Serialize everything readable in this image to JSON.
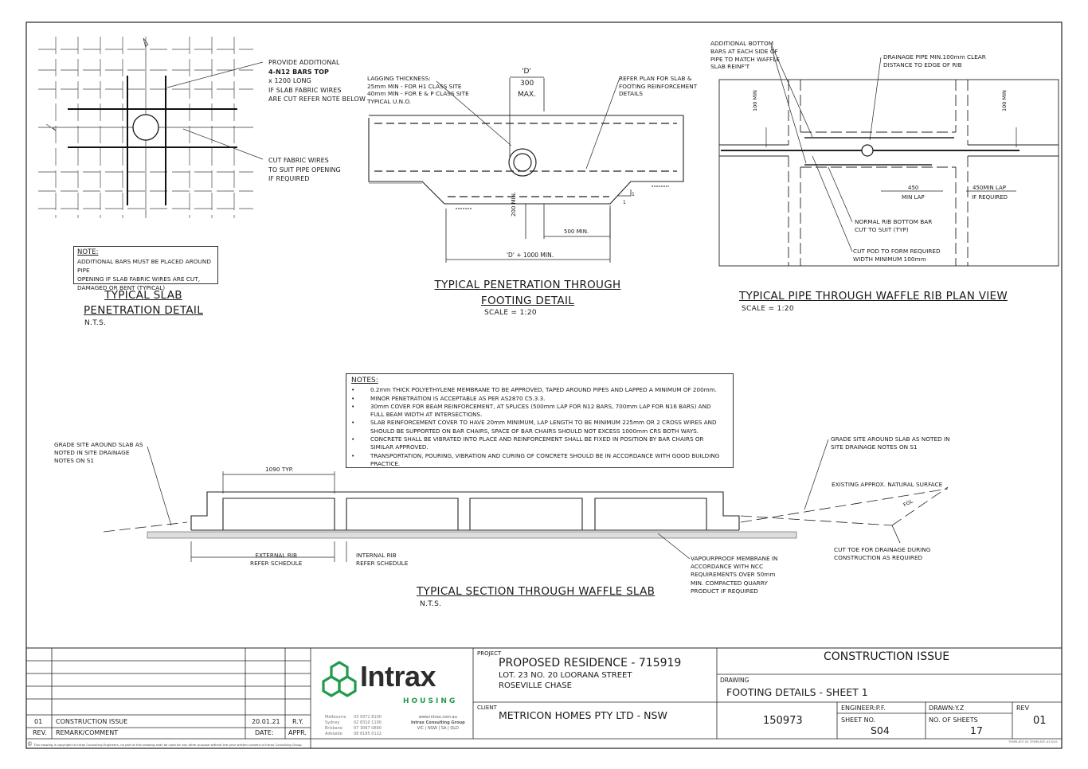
{
  "detail1": {
    "title1": "TYPICAL SLAB",
    "title2": "PENETRATION DETAIL",
    "scale": "N.T.S.",
    "label_bars": [
      "PROVIDE ADDITIONAL",
      "4-N12 BARS TOP",
      "x 1200 LONG",
      "IF SLAB FABRIC WIRES",
      "ARE CUT REFER NOTE BELOW"
    ],
    "label_cut": [
      "CUT FABRIC WIRES",
      "TO SUIT PIPE OPENING",
      "IF REQUIRED"
    ],
    "note_heading": "NOTE:",
    "note_lines": [
      "ADDITIONAL BARS MUST BE PLACED AROUND PIPE",
      "OPENING IF SLAB FABRIC WIRES ARE CUT,",
      "DAMAGED OR BENT (TYPICAL)"
    ]
  },
  "detail2": {
    "title1": "TYPICAL PENETRATION THROUGH",
    "title2": "FOOTING DETAIL",
    "scale": "SCALE = 1:20",
    "lagging": [
      "LAGGING THICKNESS:",
      "25mm MIN - FOR H1 CLASS SITE",
      "40mm MIN - FOR E & P CLASS SITE",
      "TYPICAL U.N.O."
    ],
    "refer_plan": [
      "REFER PLAN FOR SLAB &",
      "FOOTING REINFORCEMENT",
      "DETAILS"
    ],
    "dim_d": "'D'",
    "dim_300": "300",
    "dim_max": "MAX.",
    "dim_200": "200",
    "dim_min": "MIN.",
    "dim_500": "500 MIN.",
    "dim_d1000": "'D' + 1000 MIN.",
    "slope_1a": "1",
    "slope_1b": "1"
  },
  "detail3": {
    "title": "TYPICAL PIPE THROUGH WAFFLE RIB PLAN VIEW",
    "scale": "SCALE = 1:20",
    "add_bottom": [
      "ADDITIONAL BOTTOM",
      "BARS AT EACH SIDE OF",
      "PIPE TO MATCH WAFFLE",
      "SLAB REINF'T"
    ],
    "drainage": [
      "DRAINAGE PIPE MIN.100mm CLEAR",
      "DISTANCE TO EDGE OF RIB"
    ],
    "dim_100": "100",
    "dim_min": "MIN",
    "dim_450": "450",
    "min_lap": "MIN LAP",
    "lap_450": "450MIN LAP",
    "if_required": "IF REQUIRED",
    "normal_rib": [
      "NORMAL RIB BOTTOM BAR",
      "CUT TO SUIT (TYP)"
    ],
    "cut_pod": [
      "CUT POD TO FORM REQUIRED",
      "WIDTH MINIMUM 100mm"
    ]
  },
  "notes": {
    "heading": "NOTES:",
    "items": [
      "0.2mm THICK POLYETHYLENE MEMBRANE TO BE APPROVED, TAPED AROUND PIPES AND LAPPED A MINIMUM OF 200mm.",
      "MINOR PENETRATION IS ACCEPTABLE AS PER AS2870 C5.3.3.",
      "30mm COVER FOR BEAM REINFORCEMENT, AT SPLICES (500mm LAP FOR N12 BARS, 700mm LAP FOR N16 BARS) AND FULL BEAM WIDTH AT INTERSECTIONS.",
      "SLAB REINFORCEMENT COVER TO HAVE 20mm MINIMUM, LAP LENGTH TO BE MINIMUM 225mm OR 2 CROSS WIRES AND SHOULD BE SUPPORTED ON BAR CHAIRS, SPACE OF BAR CHAIRS SHOULD NOT EXCESS 1000mm CRS BOTH WAYS.",
      "CONCRETE SHALL BE VIBRATED INTO PLACE AND REINFORCEMENT SHALL BE FIXED IN POSITION BY BAR CHAIRS OR SIMILAR APPROVED.",
      "TRANSPORTATION, POURING, VIBRATION AND CURING OF CONCRETE SHOULD BE IN ACCORDANCE WITH GOOD BUILDING PRACTICE."
    ]
  },
  "detail4": {
    "title": "TYPICAL SECTION THROUGH WAFFLE SLAB",
    "scale": "N.T.S.",
    "grade_left": [
      "GRADE SITE AROUND SLAB AS",
      "NOTED IN SITE DRAINAGE",
      "NOTES ON S1"
    ],
    "grade_right": [
      "GRADE SITE AROUND SLAB AS NOTED IN",
      "SITE DRAINAGE NOTES ON S1"
    ],
    "existing": "EXISTING APPROX. NATURAL SURFACE",
    "fgl": "FGL",
    "typ": "1090 TYP.",
    "ext_rib": [
      "EXTERNAL RIB",
      "REFER SCHEDULE"
    ],
    "int_rib": [
      "INTERNAL RIB",
      "REFER SCHEDULE"
    ],
    "vapour": [
      "VAPOURPROOF MEMBRANE IN",
      "ACCORDANCE WITH NCC",
      "REQUIREMENTS OVER 50mm",
      "MIN. COMPACTED QUARRY",
      "PRODUCT IF REQUIRED"
    ],
    "cut_toe": [
      "CUT TOE FOR DRAINAGE DURING",
      "CONSTRUCTION AS REQUIRED"
    ]
  },
  "titleblock": {
    "rev_row": {
      "rev": "01",
      "remark": "CONSTRUCTION ISSUE",
      "date": "20.01.21",
      "appr": "R.Y."
    },
    "header": {
      "rev": "REV.",
      "remark": "REMARK/COMMENT",
      "date": "DATE:",
      "appr": "APPR."
    },
    "logo_name": "Intrax",
    "logo_sub": "HOUSING",
    "offices": [
      "Melbourne",
      "Sydney",
      "Brisbane",
      "Adelaide"
    ],
    "phones": [
      "03 9371 8100",
      "02 8310 1100",
      "07 3067 0800",
      "08 8185 0122"
    ],
    "web": "www.intrax.com.au",
    "group": "Intrax Consulting Group",
    "states": "VIC | NSW | SA | QLD",
    "project_label": "PROJECT",
    "project_name": "PROPOSED RESIDENCE - 715919",
    "project_addr1": "LOT. 23 NO. 20 LOORANA STREET",
    "project_addr2": "ROSEVILLE CHASE",
    "client_label": "CLIENT",
    "client_name": "METRICON HOMES PTY LTD - NSW",
    "issue": "CONSTRUCTION ISSUE",
    "drawing_label": "DRAWING",
    "drawing_name": "FOOTING DETAILS - SHEET 1",
    "job_no": "150973",
    "engineer": "ENGINEER:P.F.",
    "drawn": "DRAWN:Y.Z",
    "rev_label": "REV",
    "sheet_label": "SHEET NO.",
    "sheet_no": "S04",
    "no_sheets_label": "NO. OF SHEETS",
    "no_sheets": "17",
    "rev_value": "01",
    "copyright": "This drawing is copyright to Intrax Consulting Engineers, no part of this drawing shall be used for any other purpose without the prior written consent of Intrax Consulting Group.",
    "template": "TEMPLATE 04 TEMPLATE A3.DOC"
  },
  "colors": {
    "brand_green": "#1f9b4a",
    "brand_dark": "#2c2c2c"
  }
}
